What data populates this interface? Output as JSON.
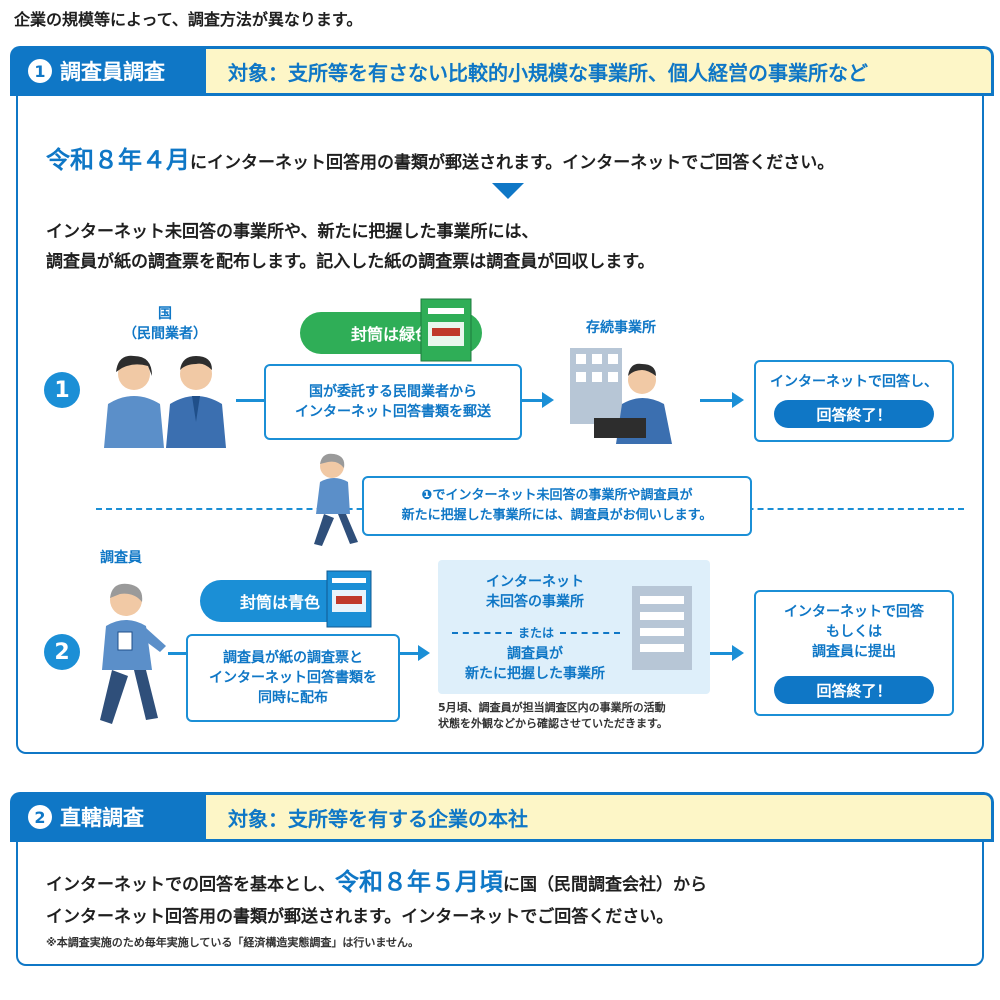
{
  "intro": "企業の規模等によって、調査方法が異なります。",
  "section1": {
    "number": "1",
    "title": "調査員調査",
    "target": "対象：支所等を有さない比較的小規模な事業所、個人経営の事業所など",
    "lead_highlight": "令和８年４月",
    "lead_rest": "にインターネット回答用の書類が郵送されます。インターネットでご回答ください。",
    "para_line1": "インターネット未回答の事業所や、新たに把握した事業所には、",
    "para_line2": "調査員が紙の調査票を配布します。記入した紙の調査票は調査員が回収します。",
    "flow1": {
      "number": "1",
      "actor_line1": "国",
      "actor_line2": "（民間業者）",
      "envelope_label": "封筒は緑色",
      "box_line1": "国が委託する民間業者から",
      "box_line2": "インターネット回答書類を郵送",
      "destination": "存続事業所",
      "result_line1": "インターネットで回答し、",
      "result_done": "回答終了！"
    },
    "bridge_line1": "❶でインターネット未回答の事業所や調査員が",
    "bridge_line2": "新たに把握した事業所には、調査員がお伺いします。",
    "flow2": {
      "number": "2",
      "actor": "調査員",
      "envelope_label": "封筒は青色",
      "box_line1": "調査員が紙の調査票と",
      "box_line2": "インターネット回答書類を",
      "box_line3": "同時に配布",
      "target_line1": "インターネット",
      "target_line2": "未回答の事業所",
      "target_or": "または",
      "target_line3": "調査員が",
      "target_line4": "新たに把握した事業所",
      "note_line1": "5月頃、調査員が担当調査区内の事業所の活動",
      "note_line2": "状態を外観などから確認させていただきます。",
      "result_line1": "インターネットで回答",
      "result_line2": "もしくは",
      "result_line3": "調査員に提出",
      "result_done": "回答終了！"
    }
  },
  "section2": {
    "number": "2",
    "title": "直轄調査",
    "target": "対象：支所等を有する企業の本社",
    "line1_pre": "インターネットでの回答を基本とし、",
    "line1_highlight": "令和８年５月頃",
    "line1_post": "に国（民間調査会社）から",
    "line2": "インターネット回答用の書類が郵送されます。インターネットでご回答ください。",
    "note": "※本調査実施のため毎年実施している「経済構造実態調査」は行いません。"
  }
}
